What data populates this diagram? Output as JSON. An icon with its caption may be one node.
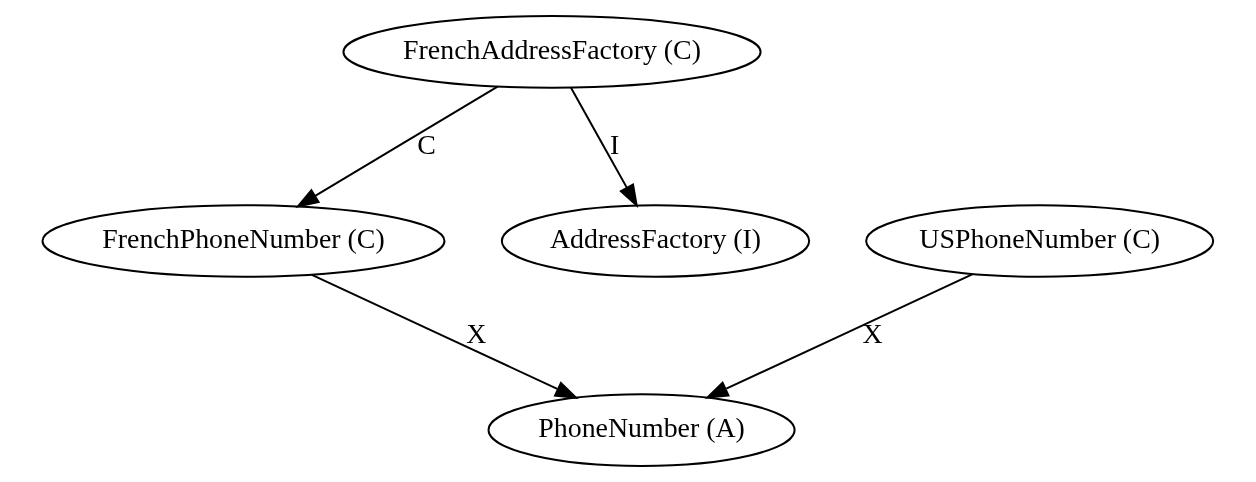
{
  "diagram": {
    "nodes": [
      {
        "text": [
          "FrenchAddressFactory (C)"
        ]
      },
      {
        "text": [
          "FrenchPhoneNumber (C)"
        ]
      },
      {
        "text": [
          "AddressFactory (I)"
        ]
      },
      {
        "text": [
          "USPhoneNumber (C)"
        ]
      },
      {
        "text": [
          "PhoneNumber (A)"
        ]
      }
    ],
    "edges": [
      {
        "from": 0,
        "to": 1,
        "arrow": "to",
        "label": "C"
      },
      {
        "from": 0,
        "to": 2,
        "arrow": "to",
        "label": "I"
      },
      {
        "from": 1,
        "to": 4,
        "arrow": "to",
        "label": "X"
      },
      {
        "from": 3,
        "to": 4,
        "arrow": "to",
        "label": "X"
      }
    ]
  }
}
